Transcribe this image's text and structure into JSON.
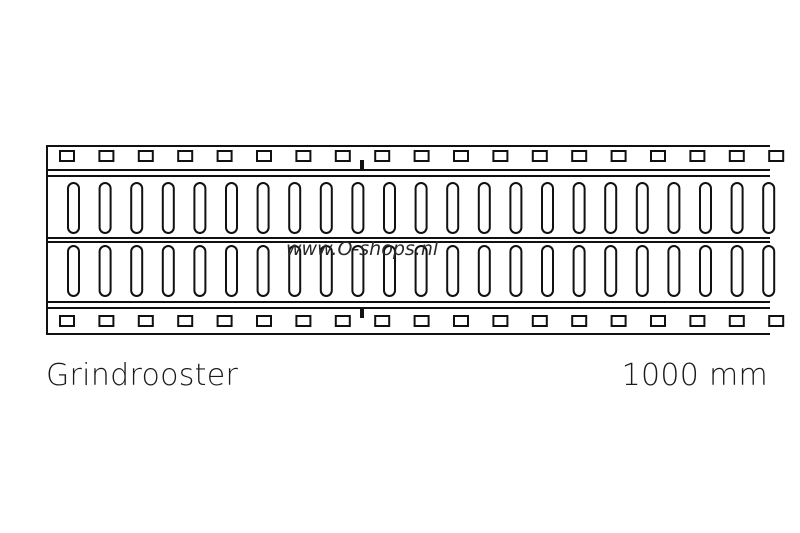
{
  "product": {
    "name": "Grindrooster",
    "length": "1000 mm"
  },
  "watermark": {
    "text": "www.O-shops.nl"
  },
  "grate": {
    "top_square_holes": 19,
    "bottom_square_holes": 19,
    "slot_rows": 2,
    "slots_per_row": 23,
    "stroke_color": "#111111",
    "background_color": "#ffffff"
  }
}
